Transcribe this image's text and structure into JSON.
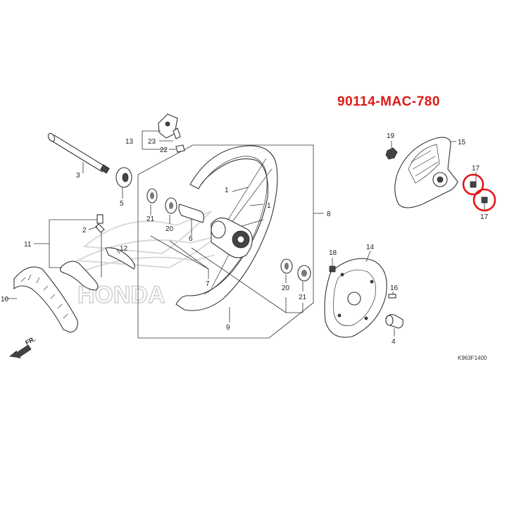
{
  "highlight": {
    "part_number": "90114-MAC-780",
    "color": "#e01818"
  },
  "diagram_code": "K963F1400",
  "direction_label": "FR.",
  "watermark": "HONDA",
  "callouts": {
    "c1a": "1",
    "c1b": "1",
    "c2": "2",
    "c3": "3",
    "c4": "4",
    "c5": "5",
    "c6": "6",
    "c7": "7",
    "c8": "8",
    "c9": "9",
    "c10": "10",
    "c11": "11",
    "c12": "12",
    "c13": "13",
    "c14": "14",
    "c15": "15",
    "c16": "16",
    "c17a": "17",
    "c17b": "17",
    "c18": "18",
    "c19": "19",
    "c20a": "20",
    "c20b": "20",
    "c21a": "21",
    "c21b": "21",
    "c22": "22",
    "c23": "23"
  }
}
